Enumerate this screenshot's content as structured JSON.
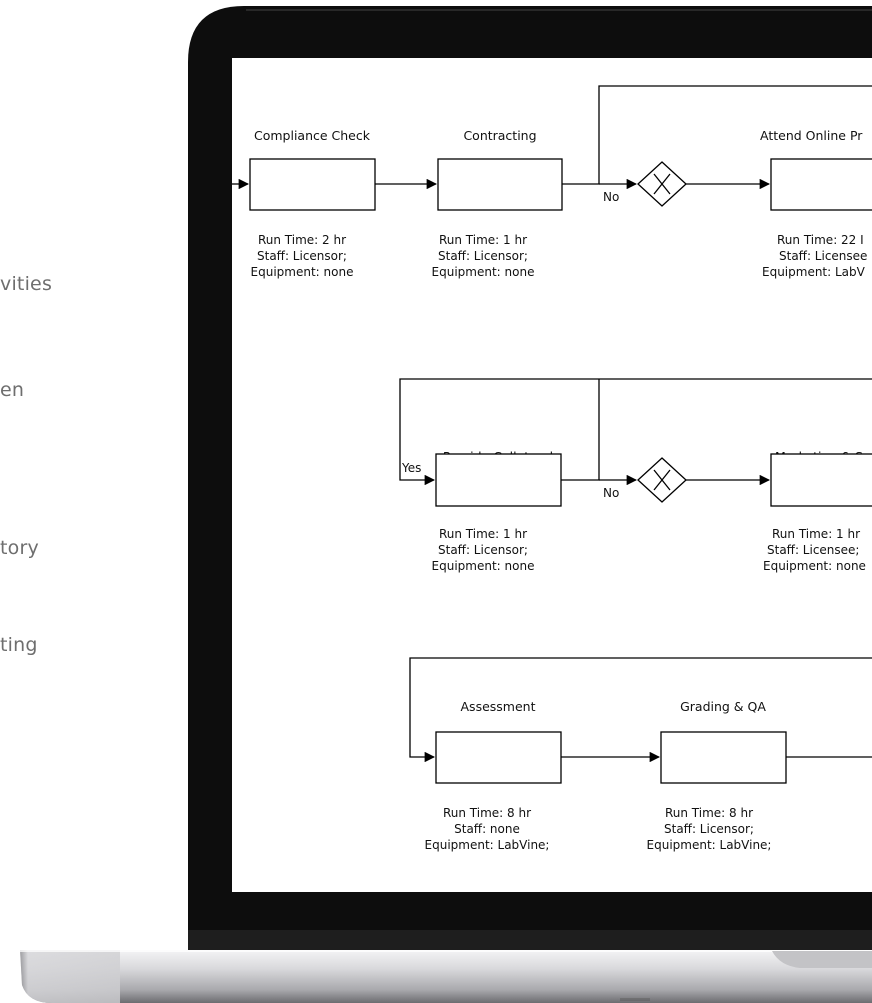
{
  "sidebar_fragments": [
    "vities",
    "en",
    "tory",
    "ting"
  ],
  "colors": {
    "screen": "#ffffff",
    "bezel": "#0d0d0d",
    "stroke": "#000000",
    "side_text": "#6e6e6e"
  },
  "rows": [
    {
      "steps": [
        {
          "title": "Compliance Check",
          "lines": [
            "Run Time: 2 hr",
            "Staff: Licensor;",
            "Equipment: none"
          ]
        },
        {
          "title": "Contracting",
          "lines": [
            "Run Time: 1 hr",
            "Staff: Licensor;",
            "Equipment: none"
          ]
        },
        {
          "title": "Attend Online Pr",
          "lines": [
            "Run Time: 22 I",
            "Staff: Licensee",
            "Equipment: LabV"
          ]
        }
      ],
      "branch_label": "No"
    },
    {
      "steps": [
        {
          "title": "Provide Collateral",
          "lines": [
            "Run Time: 1 hr",
            "Staff: Licensor;",
            "Equipment: none"
          ]
        },
        {
          "title": "Marketing & Sa",
          "lines": [
            "Run Time: 1 hr",
            "Staff: Licensee;",
            "Equipment: none"
          ]
        }
      ],
      "yes_label": "Yes",
      "branch_label": "No"
    },
    {
      "steps": [
        {
          "title": "Assessment",
          "lines": [
            "Run Time: 8 hr",
            "Staff: none",
            "Equipment: LabVine;"
          ]
        },
        {
          "title": "Grading & QA",
          "lines": [
            "Run Time: 8 hr",
            "Staff: Licensor;",
            "Equipment: LabVine;"
          ]
        }
      ]
    }
  ]
}
